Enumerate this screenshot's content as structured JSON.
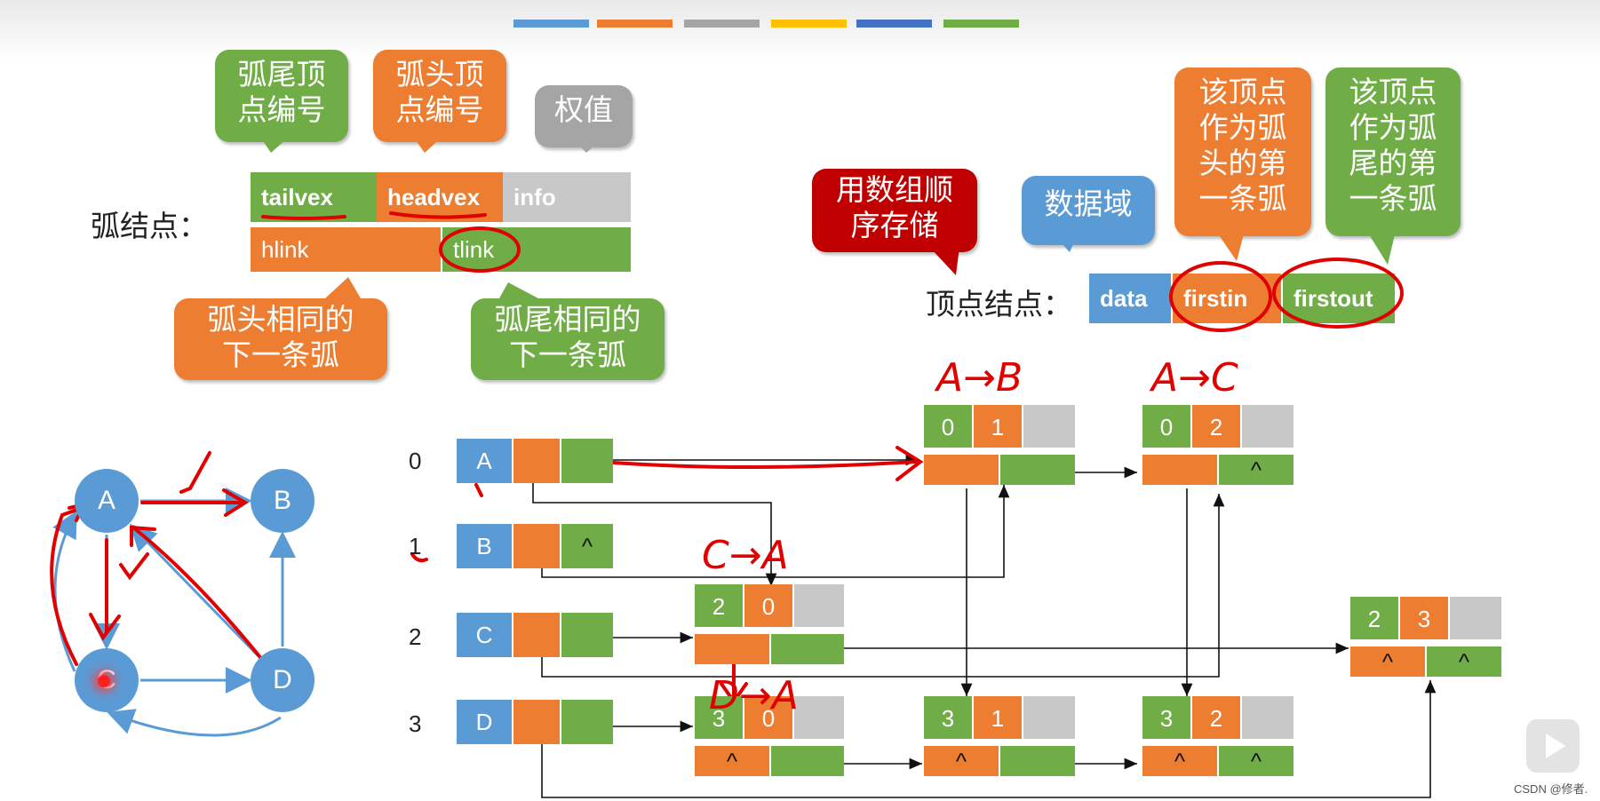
{
  "colors": {
    "blue": "#5b9bd5",
    "orange": "#ed7d31",
    "green": "#70ad47",
    "gray": "#c8c8c8",
    "red": "#c00000"
  },
  "arc_node": {
    "label": "弧结点：",
    "fields_top": [
      "tailvex",
      "headvex",
      "info"
    ],
    "fields_bottom": [
      "hlink",
      "tlink"
    ],
    "callouts": {
      "tailvex": "弧尾顶\n点编号",
      "headvex": "弧头顶\n点编号",
      "info": "权值",
      "hlink": "弧头相同的\n下一条弧",
      "tlink": "弧尾相同的\n下一条弧"
    }
  },
  "vertex_node": {
    "label": "顶点结点：",
    "fields": [
      "data",
      "firstin",
      "firstout"
    ],
    "callouts": {
      "array": "用数组顺\n序存储",
      "data": "数据域",
      "firstin": "该顶点\n作为弧\n头的第\n一条弧",
      "firstout": "该顶点\n作为弧\n尾的第\n一条弧"
    }
  },
  "graph": {
    "nodes": [
      "A",
      "B",
      "C",
      "D"
    ]
  },
  "vertex_list": [
    {
      "index": "0",
      "data": "A",
      "firstout": ""
    },
    {
      "index": "1",
      "data": "B",
      "firstout": "^"
    },
    {
      "index": "2",
      "data": "C",
      "firstout": ""
    },
    {
      "index": "3",
      "data": "D",
      "firstout": ""
    }
  ],
  "arc_nodes": [
    {
      "tail": "0",
      "head": "1",
      "hlink": "",
      "tlink": ""
    },
    {
      "tail": "0",
      "head": "2",
      "hlink": "",
      "tlink": "^"
    },
    {
      "tail": "2",
      "head": "0",
      "hlink": "",
      "tlink": ""
    },
    {
      "tail": "3",
      "head": "0",
      "hlink": "^",
      "tlink": ""
    },
    {
      "tail": "3",
      "head": "1",
      "hlink": "^",
      "tlink": ""
    },
    {
      "tail": "3",
      "head": "2",
      "hlink": "^",
      "tlink": "^"
    },
    {
      "tail": "2",
      "head": "3",
      "hlink": "^",
      "tlink": "^"
    }
  ],
  "annotations": {
    "ab": "A→B",
    "ac": "A→C",
    "ca": "C→A",
    "da": "D→A"
  },
  "watermark": "CSDN @修者."
}
